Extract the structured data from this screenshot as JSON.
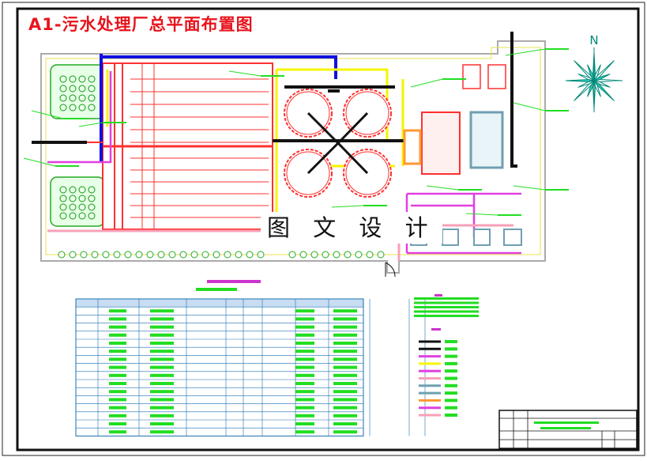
{
  "title": "A1-污水处理厂总平面布置图",
  "north_label": "N",
  "watermark": "图 文 设 计",
  "colors": {
    "pipe_red": "#ff3030",
    "pipe_blue": "#1010e0",
    "pipe_yellow": "#f5f500",
    "pipe_black": "#111111",
    "pipe_magenta": "#e040e0",
    "pipe_pink": "#f8a0b8",
    "pipe_orange": "#ff9933",
    "pipe_steel": "#6f9fb0",
    "annotation_green": "#22dd22",
    "table_line": "#1a6fb0",
    "compass": "#33ccbb"
  }
}
